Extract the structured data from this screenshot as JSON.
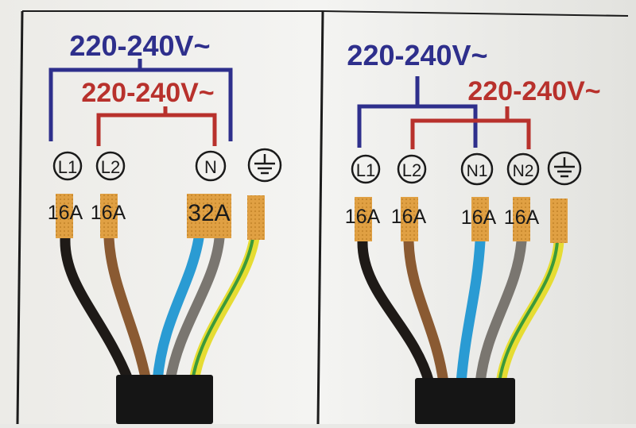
{
  "colors": {
    "blue": "#2e2f8c",
    "red": "#b8312c",
    "black_wire": "#1e1a17",
    "brown_wire": "#8a5a32",
    "blue_wire": "#2a9bd3",
    "grey_wire": "#7a7670",
    "yellow_wire": "#e6dc33",
    "green_wire": "#3c9a3a",
    "ferrule": "#e0a043",
    "paper": "#f3f3f1"
  },
  "left_panel": {
    "voltage_outer": "220-240V~",
    "voltage_inner": "220-240V~",
    "terminals": [
      "L1",
      "L2",
      "N"
    ],
    "earth_icon": "earth-ground-icon",
    "currents": [
      "16A",
      "16A",
      "32A"
    ]
  },
  "right_panel": {
    "voltage_outer": "220-240V~",
    "voltage_inner": "220-240V~",
    "terminals": [
      "L1",
      "L2",
      "N1",
      "N2"
    ],
    "earth_icon": "earth-ground-icon",
    "currents": [
      "16A",
      "16A",
      "16A",
      "16A"
    ]
  }
}
